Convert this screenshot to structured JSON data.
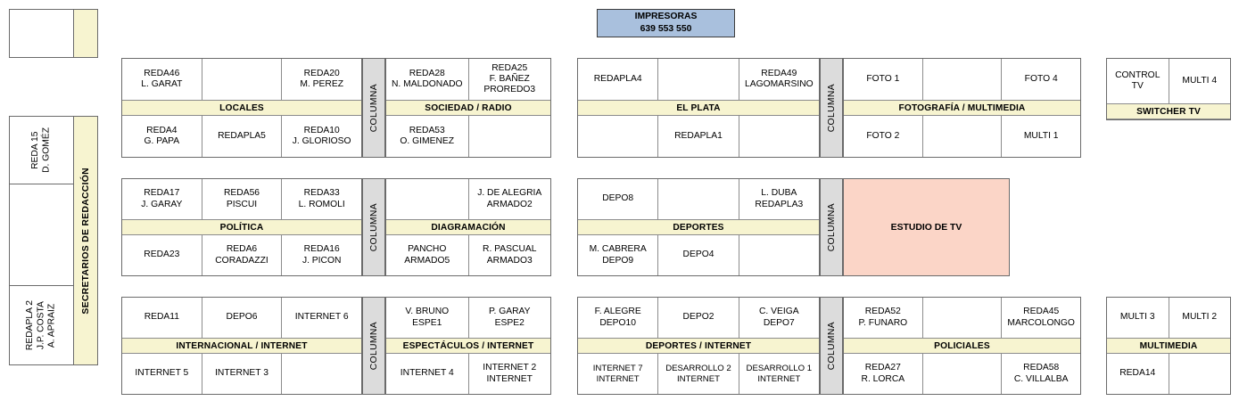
{
  "printers": {
    "title": "IMPRESORAS",
    "numbers": "639  553  550"
  },
  "sidebar": {
    "label": "SECRETARIOS DE REDACCIÓN",
    "top_empty_cell": "",
    "cells": [
      "REDA 15\nD. GOMÉZ",
      "",
      "REDAPLA 2\nJ.P. COSTA\nA. APRAIZ"
    ]
  },
  "columna_label": "COLUMNA",
  "studio": {
    "label": "ESTUDIO DE TV"
  },
  "blocks": {
    "locales": {
      "label": "LOCALES",
      "top": [
        "REDA46\nL. GARAT",
        "",
        "REDA20\nM. PEREZ"
      ],
      "bottom": [
        "REDA4\nG. PAPA",
        "REDAPLA5",
        "REDA10\nJ. GLORIOSO"
      ]
    },
    "sociedad_radio": {
      "label": "SOCIEDAD / RADIO",
      "top": [
        "REDA28\nN. MALDONADO",
        "REDA25\nF. BAÑEZ\nPROREDO3"
      ],
      "bottom": [
        "REDA53\nO. GIMENEZ",
        ""
      ]
    },
    "el_plata": {
      "label": "EL PLATA",
      "top": [
        "REDAPLA4",
        "",
        "REDA49\nLAGOMARSINO"
      ],
      "bottom": [
        "",
        "REDAPLA1",
        ""
      ]
    },
    "fotografia_multimedia": {
      "label": "FOTOGRAFÍA / MULTIMEDIA",
      "top": [
        "FOTO 1",
        "",
        "FOTO 4"
      ],
      "bottom": [
        "FOTO 2",
        "",
        "MULTI 1"
      ]
    },
    "switcher_tv": {
      "label": "SWITCHER TV",
      "top": [
        "CONTROL TV",
        "MULTI 4"
      ]
    },
    "politica": {
      "label": "POLÍTICA",
      "top": [
        "REDA17\nJ. GARAY",
        "REDA56\nPISCUI",
        "REDA33\nL. ROMOLI"
      ],
      "bottom": [
        "REDA23",
        "REDA6\nCORADAZZI",
        "REDA16\nJ. PICON"
      ]
    },
    "diagramacion": {
      "label": "DIAGRAMACIÓN",
      "top": [
        "",
        "J. DE ALEGRIA\nARMADO2"
      ],
      "bottom": [
        "PANCHO\nARMADO5",
        "R. PASCUAL\nARMADO3"
      ]
    },
    "deportes": {
      "label": "DEPORTES",
      "top": [
        "DEPO8",
        "",
        "L. DUBA\nREDAPLA3"
      ],
      "bottom": [
        "M. CABRERA\nDEPO9",
        "DEPO4",
        ""
      ]
    },
    "internacional_internet": {
      "label": "INTERNACIONAL / INTERNET",
      "top": [
        "REDA11",
        "DEPO6",
        "INTERNET 6"
      ],
      "bottom": [
        "INTERNET 5",
        "INTERNET 3",
        ""
      ]
    },
    "espectaculos_internet": {
      "label": "ESPECTÁCULOS / INTERNET",
      "top": [
        "V. BRUNO\nESPE1",
        "P. GARAY\nESPE2"
      ],
      "bottom": [
        "INTERNET 4",
        "INTERNET 2\nINTERNET"
      ]
    },
    "deportes_internet": {
      "label": "DEPORTES / INTERNET",
      "top": [
        "F. ALEGRE\nDEPO10",
        "DEPO2",
        "C. VEIGA\nDEPO7"
      ],
      "bottom": [
        "INTERNET 7\nINTERNET",
        "DESARROLLO 2\nINTERNET",
        "DESARROLLO 1\nINTERNET"
      ]
    },
    "policiales": {
      "label": "POLICIALES",
      "top": [
        "REDA52\nP. FUNARO",
        "",
        "REDA45\nMARCOLONGO"
      ],
      "bottom": [
        "REDA27\nR. LORCA",
        "",
        "REDA58\nC. VILLALBA"
      ]
    },
    "multimedia": {
      "label": "MULTIMEDIA",
      "top": [
        "MULTI 3",
        "MULTI 2"
      ],
      "bottom": [
        "REDA14",
        ""
      ]
    }
  },
  "colors": {
    "band": "#f7f4d0",
    "columna": "#dcdcdc",
    "printers": "#a9c0dd",
    "studio": "#fbd5c7",
    "outline": "#6b6b6b"
  }
}
